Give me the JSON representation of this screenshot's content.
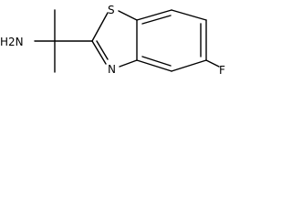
{
  "molecule": {
    "atoms": {
      "amine": "H2N",
      "sulfur": "S",
      "nitrogen": "N",
      "fluorine": "F"
    }
  }
}
